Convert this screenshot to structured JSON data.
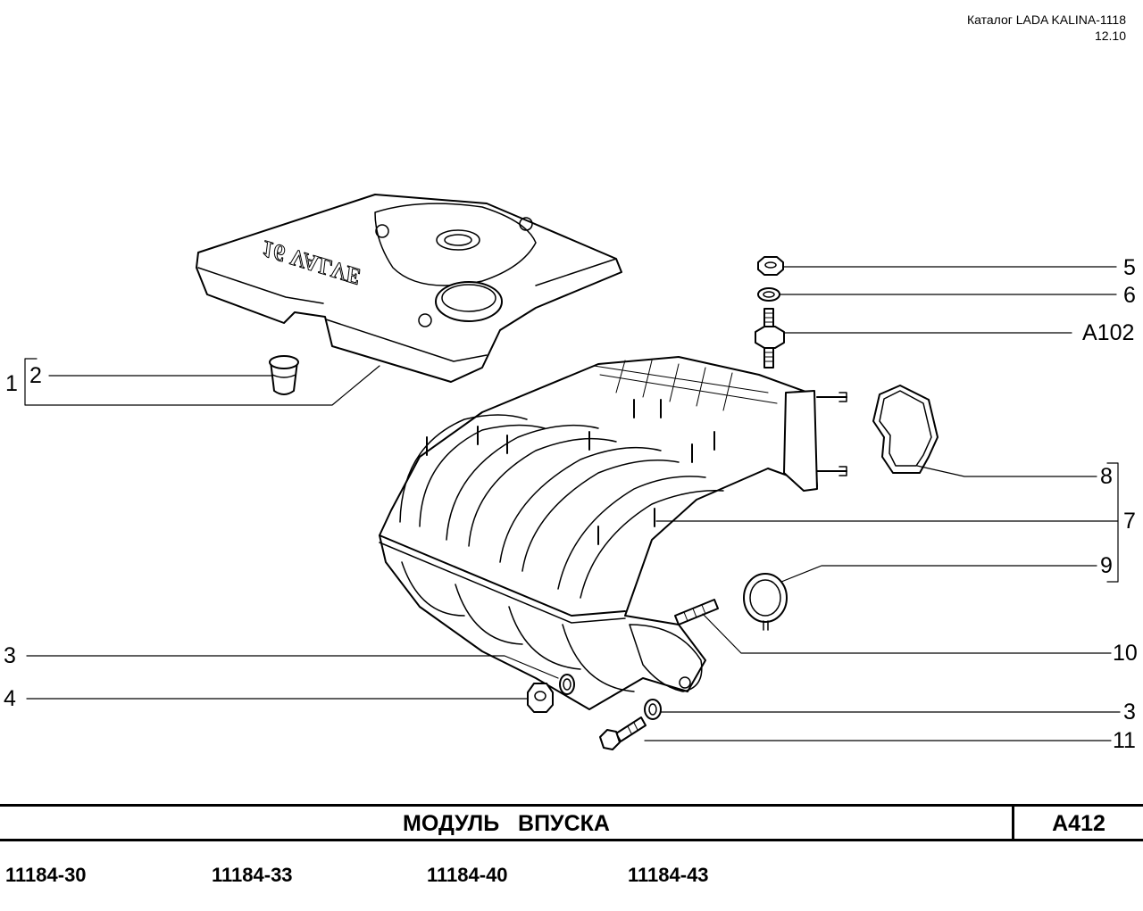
{
  "header": {
    "catalog": "Каталог LADA KALINA-1118",
    "date": "12.10"
  },
  "cover_emblem": "16 VALVE",
  "callouts": {
    "c1": "1",
    "c2": "2",
    "c3_left": "3",
    "c4": "4",
    "c5": "5",
    "c6": "6",
    "a102": "A102",
    "c7": "7",
    "c8": "8",
    "c9": "9",
    "c10": "10",
    "c3_right": "3",
    "c11": "11"
  },
  "title_bar": {
    "title": "МОДУЛЬ   ВПУСКА",
    "code": "A412"
  },
  "models": [
    "11184-30",
    "11184-33",
    "11184-40",
    "11184-43"
  ]
}
